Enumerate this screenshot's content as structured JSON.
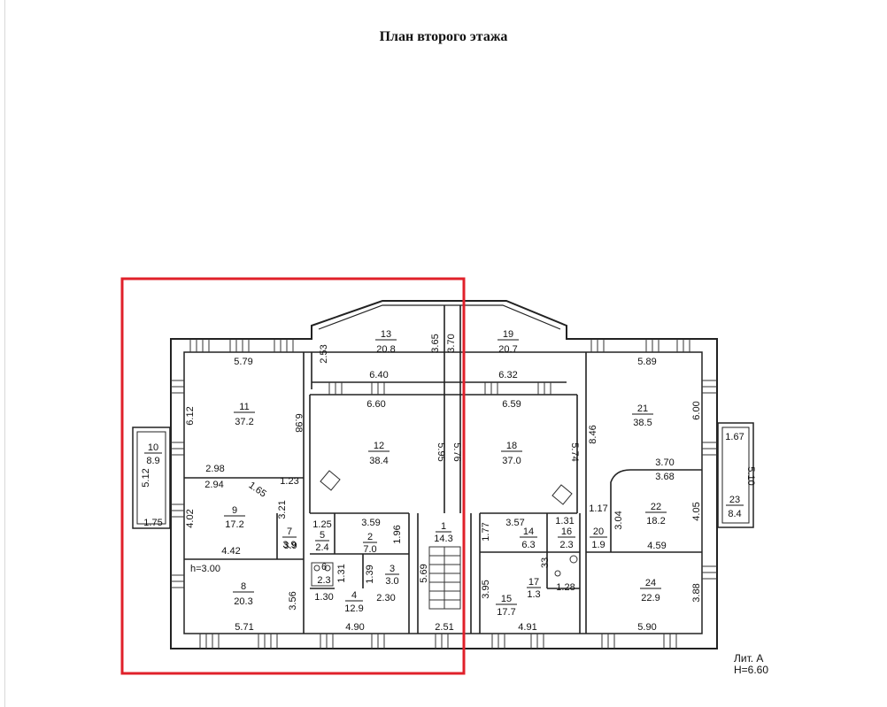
{
  "title": "План второго этажа",
  "lit": {
    "label": "Лит. А",
    "height": "Н=6.60"
  },
  "highlight_color": "#e0202a",
  "rooms": [
    {
      "num": "1",
      "area": "14.3"
    },
    {
      "num": "2",
      "area": "7.0"
    },
    {
      "num": "3",
      "area": "3.0"
    },
    {
      "num": "4",
      "area": "12.9"
    },
    {
      "num": "5",
      "area": "2.4"
    },
    {
      "num": "6",
      "area": "2.3"
    },
    {
      "num": "7",
      "area": "3.9"
    },
    {
      "num": "8",
      "area": "20.3"
    },
    {
      "num": "9",
      "area": "17.2"
    },
    {
      "num": "10",
      "area": "8.9"
    },
    {
      "num": "11",
      "area": "37.2"
    },
    {
      "num": "12",
      "area": "38.4"
    },
    {
      "num": "13",
      "area": "20.8"
    },
    {
      "num": "14",
      "area": "6.3"
    },
    {
      "num": "15",
      "area": "17.7"
    },
    {
      "num": "16",
      "area": "2.3"
    },
    {
      "num": "17",
      "area": "1.3"
    },
    {
      "num": "18",
      "area": "37.0"
    },
    {
      "num": "19",
      "area": "20.7"
    },
    {
      "num": "20",
      "area": "1.9"
    },
    {
      "num": "21",
      "area": "38.5"
    },
    {
      "num": "22",
      "area": "18.2"
    },
    {
      "num": "23",
      "area": "8.4"
    },
    {
      "num": "24",
      "area": "22.9"
    }
  ],
  "dims": [
    "5.79",
    "6.12",
    "6.98",
    "2.98",
    "2.94",
    "1.65",
    "1.23",
    "3.21",
    "4.02",
    "4.42",
    "3.9",
    "5.12",
    "1.75",
    "h=3.00",
    "3.56",
    "5.71",
    "2.53",
    "6.40",
    "3.65",
    "3.70",
    "6.32",
    "6.60",
    "6.59",
    "5.95",
    "5.76",
    "5.74",
    "1.25",
    "3.59",
    "1.96",
    "1.31",
    "1.39",
    "1.30",
    "2.30",
    "4.90",
    "5.69",
    "2.51",
    "1.77",
    "3.57",
    "1.31",
    "3.95",
    "4.91",
    "33",
    "1.28",
    "1.17",
    "3.04",
    "4.59",
    "5.89",
    "6.00",
    "8.46",
    "3.70",
    "3.68",
    "4.05",
    "1.67",
    "5.10",
    "3.88",
    "5.90"
  ]
}
